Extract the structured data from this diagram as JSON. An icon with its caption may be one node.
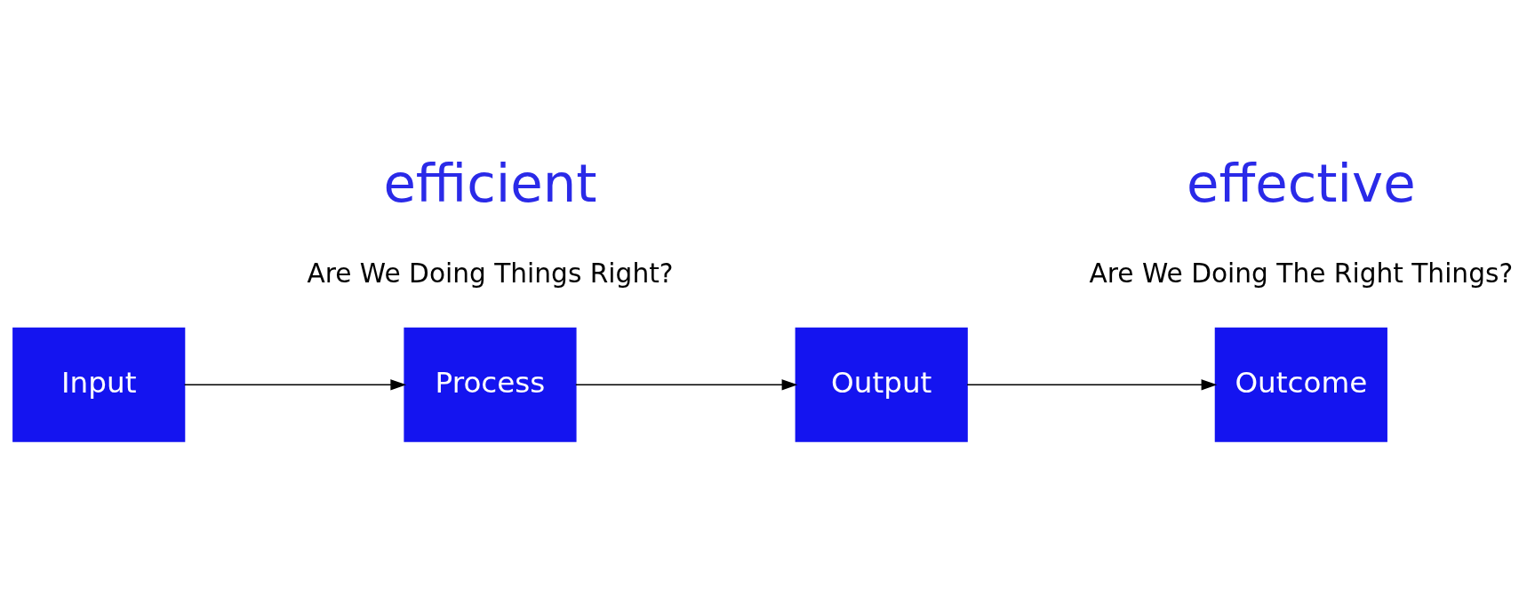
{
  "diagram": {
    "nodes": [
      {
        "text": [
          "Input"
        ]
      },
      {
        "text": [
          "Process"
        ]
      },
      {
        "text": [
          "Output"
        ]
      },
      {
        "text": [
          "Outcome"
        ]
      }
    ],
    "edges": [
      {
        "from": 0,
        "to": 1,
        "arrow": "to"
      },
      {
        "from": 1,
        "to": 2,
        "arrow": "to"
      },
      {
        "from": 2,
        "to": 3,
        "arrow": "to"
      }
    ],
    "labels": [
      "Are We Doing Things Right?",
      "efficient",
      "Are We Doing The Right Things?",
      "effective"
    ]
  }
}
